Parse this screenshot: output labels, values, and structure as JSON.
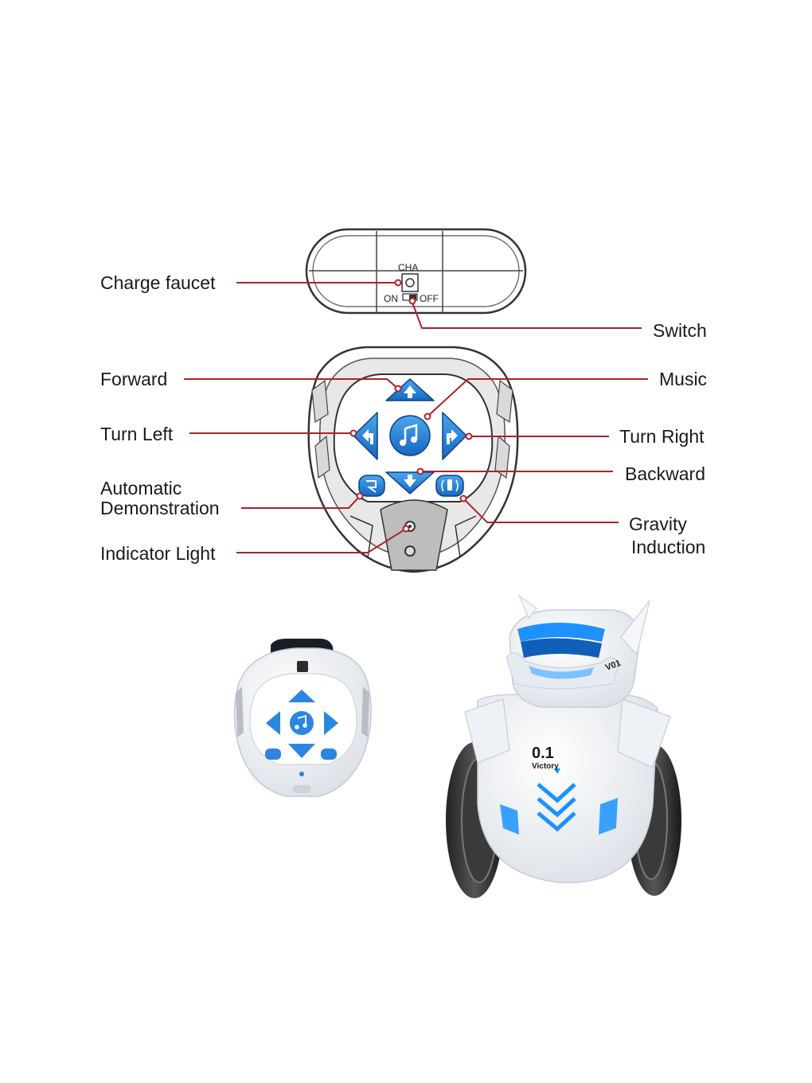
{
  "labels": {
    "charge_faucet": "Charge faucet",
    "switch": "Switch",
    "forward": "Forward",
    "music": "Music",
    "turn_left": "Turn Left",
    "turn_right": "Turn Right",
    "backward": "Backward",
    "automatic_line1": "Automatic",
    "automatic_line2": "Demonstration",
    "gravity_line1": "Gravity",
    "gravity_line2": "Induction",
    "indicator_light": "Indicator Light"
  },
  "remote_top": {
    "cha": "CHA",
    "on": "ON",
    "off": "OFF"
  },
  "robot": {
    "badge_number": "0.1",
    "badge_text": "Victory",
    "head_text": "V01"
  },
  "colors": {
    "leader_line": "#b0212b",
    "button_blue": "#1f7fd6",
    "button_blue_light": "#4aa6ee",
    "outline": "#333333",
    "shell_grey": "#d9d9d9"
  },
  "icons": [
    "arrow-up-icon",
    "arrow-down-icon",
    "turn-left-icon",
    "turn-right-icon",
    "music-note-icon",
    "demo-icon",
    "gravity-icon",
    "indicator-led-icon"
  ]
}
